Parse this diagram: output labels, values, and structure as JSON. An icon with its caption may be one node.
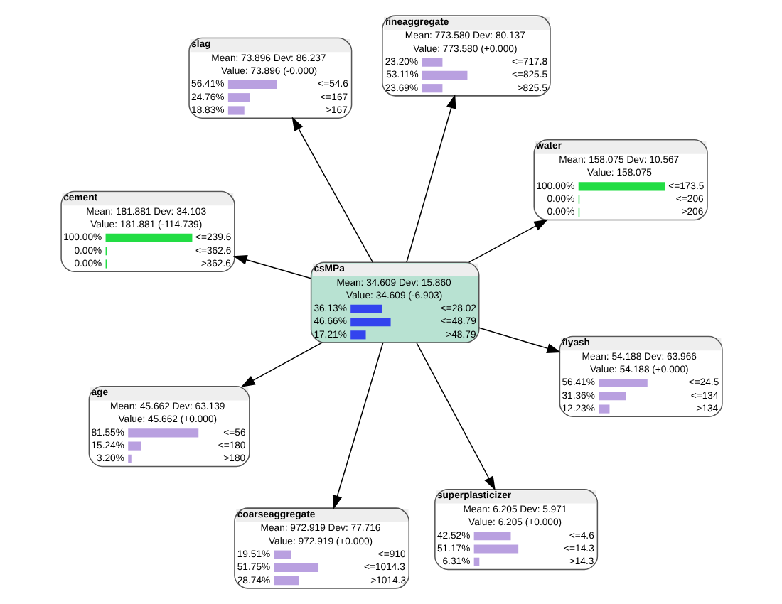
{
  "diagram": {
    "nodes": [
      {
        "text": [
          "cement",
          "Mean: 181.881 Dev: 34.103",
          "Value: 181.881 (-114.739)",
          "100.00%",
          "<=239.6",
          "0.00%",
          "<=362.6",
          "0.00%",
          ">362.6"
        ]
      },
      {
        "text": [
          "water",
          "Mean: 158.075 Dev: 10.567",
          "Value: 158.075",
          "100.00%",
          "<=173.5",
          "0.00%",
          "<=206",
          "0.00%",
          ">206"
        ]
      },
      {
        "text": [
          "superplasticizer",
          "Mean: 6.205 Dev: 5.971",
          "Value: 6.205 (+0.000)",
          "42.52%",
          "<=4.6",
          "51.17%",
          "<=14.3",
          "6.31%",
          ">14.3"
        ]
      },
      {
        "text": [
          "fineaggregate",
          "Mean: 773.580 Dev: 80.137",
          "Value: 773.580 (+0.000)",
          "23.20%",
          "<=717.8",
          "53.11%",
          "<=825.5",
          "23.69%",
          ">825.5"
        ]
      },
      {
        "text": [
          "csMPa",
          "Mean: 34.609 Dev: 15.860",
          "Value: 34.609 (-6.903)",
          "36.13%",
          "<=28.02",
          "46.66%",
          "<=48.79",
          "17.21%",
          ">48.79"
        ]
      },
      {
        "text": [
          "slag",
          "Mean: 73.896 Dev: 86.237",
          "Value: 73.896 (-0.000)",
          "56.41%",
          "<=54.6",
          "24.76%",
          "<=167",
          "18.83%",
          ">167"
        ]
      },
      {
        "text": [
          "age",
          "Mean: 45.662 Dev: 63.139",
          "Value: 45.662 (+0.000)",
          "81.55%",
          "<=56",
          "15.24%",
          "<=180",
          "3.20%",
          ">180"
        ]
      },
      {
        "text": [
          "flyash",
          "Mean: 54.188 Dev: 63.966",
          "Value: 54.188 (+0.000)",
          "56.41%",
          "<=24.5",
          "31.36%",
          "<=134",
          "12.23%",
          ">134"
        ]
      },
      {
        "text": [
          "coarseaggregate",
          "Mean: 972.919 Dev: 77.716",
          "Value: 972.919 (+0.000)",
          "19.51%",
          "<=910",
          "51.75%",
          "<=1014.3",
          "28.74%",
          ">1014.3"
        ]
      }
    ],
    "edges": [
      {
        "from": 4,
        "to": 0,
        "arrow": "to"
      },
      {
        "from": 4,
        "to": 1,
        "arrow": "to"
      },
      {
        "from": 4,
        "to": 2,
        "arrow": "to"
      },
      {
        "from": 4,
        "to": 3,
        "arrow": "to"
      },
      {
        "from": 4,
        "to": 5,
        "arrow": "to"
      },
      {
        "from": 4,
        "to": 6,
        "arrow": "to"
      },
      {
        "from": 4,
        "to": 7,
        "arrow": "to"
      },
      {
        "from": 4,
        "to": 8,
        "arrow": "to"
      }
    ]
  }
}
